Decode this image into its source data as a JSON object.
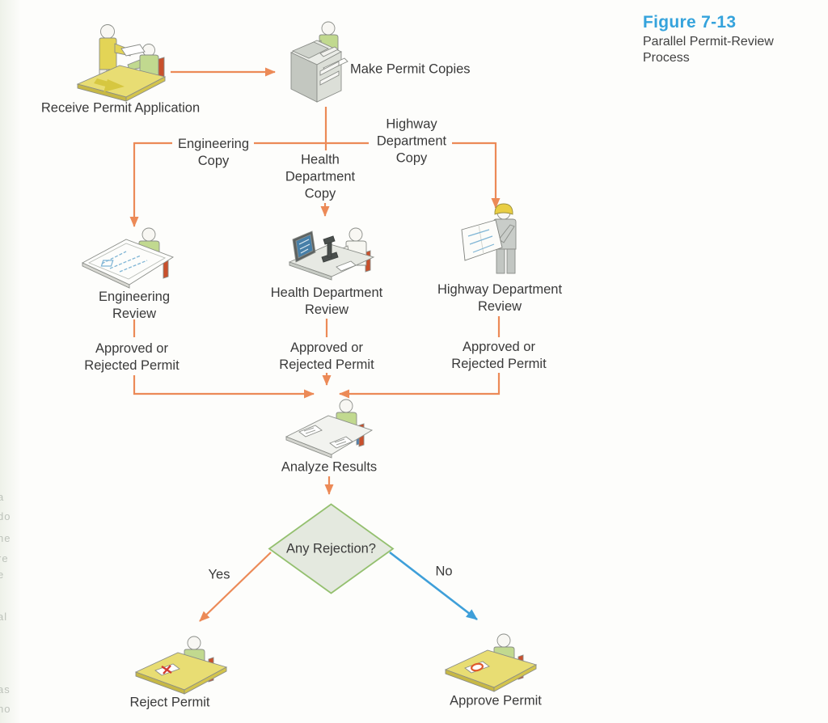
{
  "figure": {
    "number": "Figure 7-13",
    "title_line1": "Parallel Permit-Review",
    "title_line2": "Process"
  },
  "labels": {
    "receive": "Receive Permit Application",
    "make_copies": "Make Permit Copies",
    "engineering_copy": {
      "line1": "Engineering",
      "line2": "Copy"
    },
    "health_copy": {
      "line1": "Health",
      "line2": "Department",
      "line3": "Copy"
    },
    "highway_copy": {
      "line1": "Highway",
      "line2": "Department",
      "line3": "Copy"
    },
    "engineering_review": {
      "line1": "Engineering",
      "line2": "Review"
    },
    "health_review": {
      "line1": "Health Department",
      "line2": "Review"
    },
    "highway_review": {
      "line1": "Highway Department",
      "line2": "Review"
    },
    "approved_or_rejected": {
      "line1": "Approved or",
      "line2": "Rejected Permit"
    },
    "analyze": "Analyze Results",
    "decision": "Any Rejection?",
    "yes": "Yes",
    "no": "No",
    "reject": "Reject Permit",
    "approve": "Approve Permit"
  },
  "icons": {
    "receive": "clerk-handing-permit-to-seated-worker-at-desk",
    "make_copies": "worker-at-photocopier",
    "engineering_review": "engineer-at-drafting-table-with-blueprint",
    "health_review": "scientist-at-desk-with-monitor-and-microscope",
    "highway_review": "worker-in-hard-hat-reading-large-plan",
    "analyze": "worker-at-desk-reviewing-documents",
    "reject": "worker-stamping-permit-with-red-x",
    "approve": "worker-stamping-permit-with-approval-stamp"
  },
  "colors": {
    "arrow_orange": "#EC8A57",
    "arrow_blue": "#3E9FD9",
    "figure_blue": "#35A3DC",
    "text": "#3A3A3A",
    "diamond_fill": "#E4E9DF",
    "diamond_border": "#94C06F",
    "desk_yellow": "#E8DD73",
    "desk_yellow_dark": "#CDBE48",
    "shirt_green": "#C1D98F",
    "shirt_yellow": "#E3D456",
    "chair_orange": "#C9502C",
    "machine_gray": "#D9DCD5",
    "blueprint_blue": "#7FB5D5",
    "stamp_red": "#D23B2F",
    "stamp_orange": "#E05A2B"
  },
  "edge_fragments": [
    "a",
    "do",
    "he",
    "re",
    "e",
    "al",
    "as",
    "ho"
  ]
}
